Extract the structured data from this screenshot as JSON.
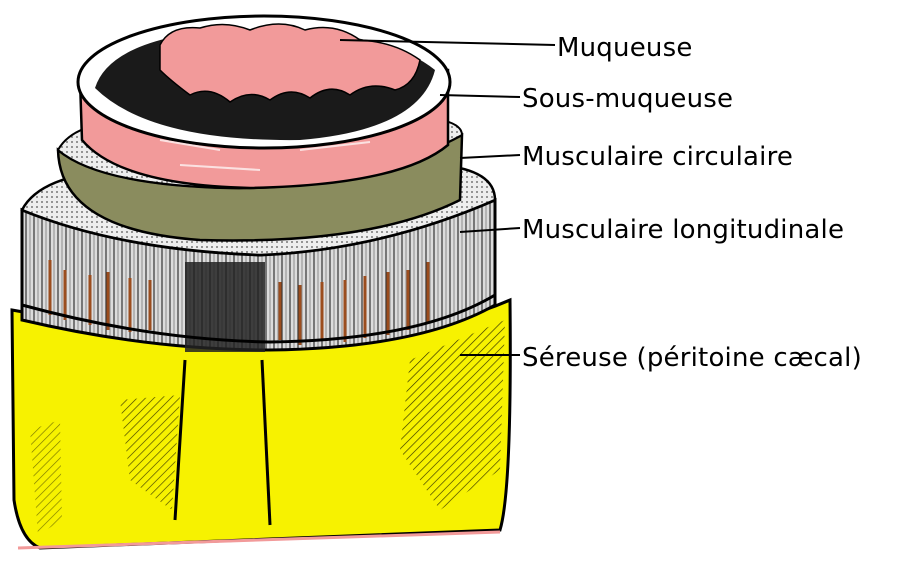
{
  "diagram": {
    "labels": {
      "muqueuse": "Muqueuse",
      "sous_muqueuse": "Sous-muqueuse",
      "musculaire_circulaire": "Musculaire circulaire",
      "musculaire_longitudinale": "Musculaire longitudinale",
      "sereuse": "Séreuse (péritoine cæcal)"
    },
    "colors": {
      "mucosa": "#f29a9a",
      "mucosa_dark": "#1a1a1a",
      "circular_muscle": "#8a8c5e",
      "longitudinal_muscle": "#9b4d1e",
      "serosa": "#f7f200",
      "outline": "#000000",
      "background": "#ffffff"
    }
  }
}
